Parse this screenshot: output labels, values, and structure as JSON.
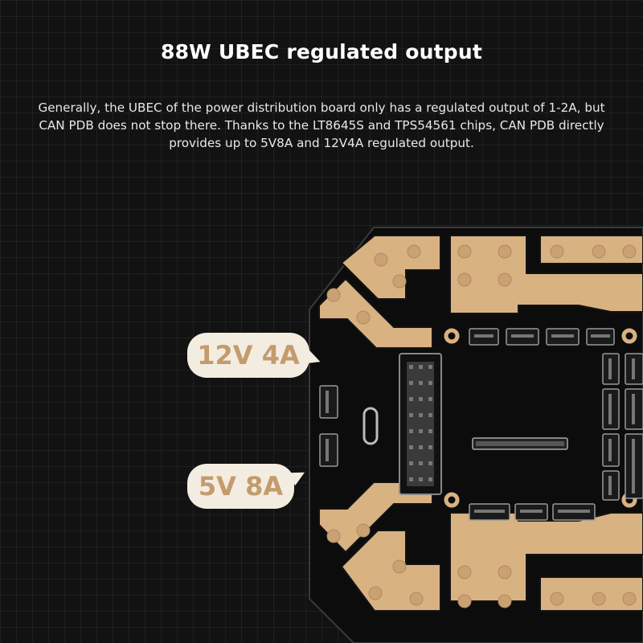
{
  "header": {
    "title": "88W UBEC regulated output",
    "description": "Generally, the UBEC of the power distribution board only has a regulated output of 1-2A, but CAN PDB does not stop there. Thanks to the LT8645S and TPS54561 chips, CAN PDB directly provides up to 5V8A and 12V4A regulated output."
  },
  "callouts": {
    "output_12v": "12V 4A",
    "output_5v": "5V 8A"
  },
  "colors": {
    "background": "#121212",
    "copper": "#d9b282",
    "board": "#0d0d0d",
    "bubble": "#f3ece1",
    "bubble_text": "#c49b6c"
  }
}
